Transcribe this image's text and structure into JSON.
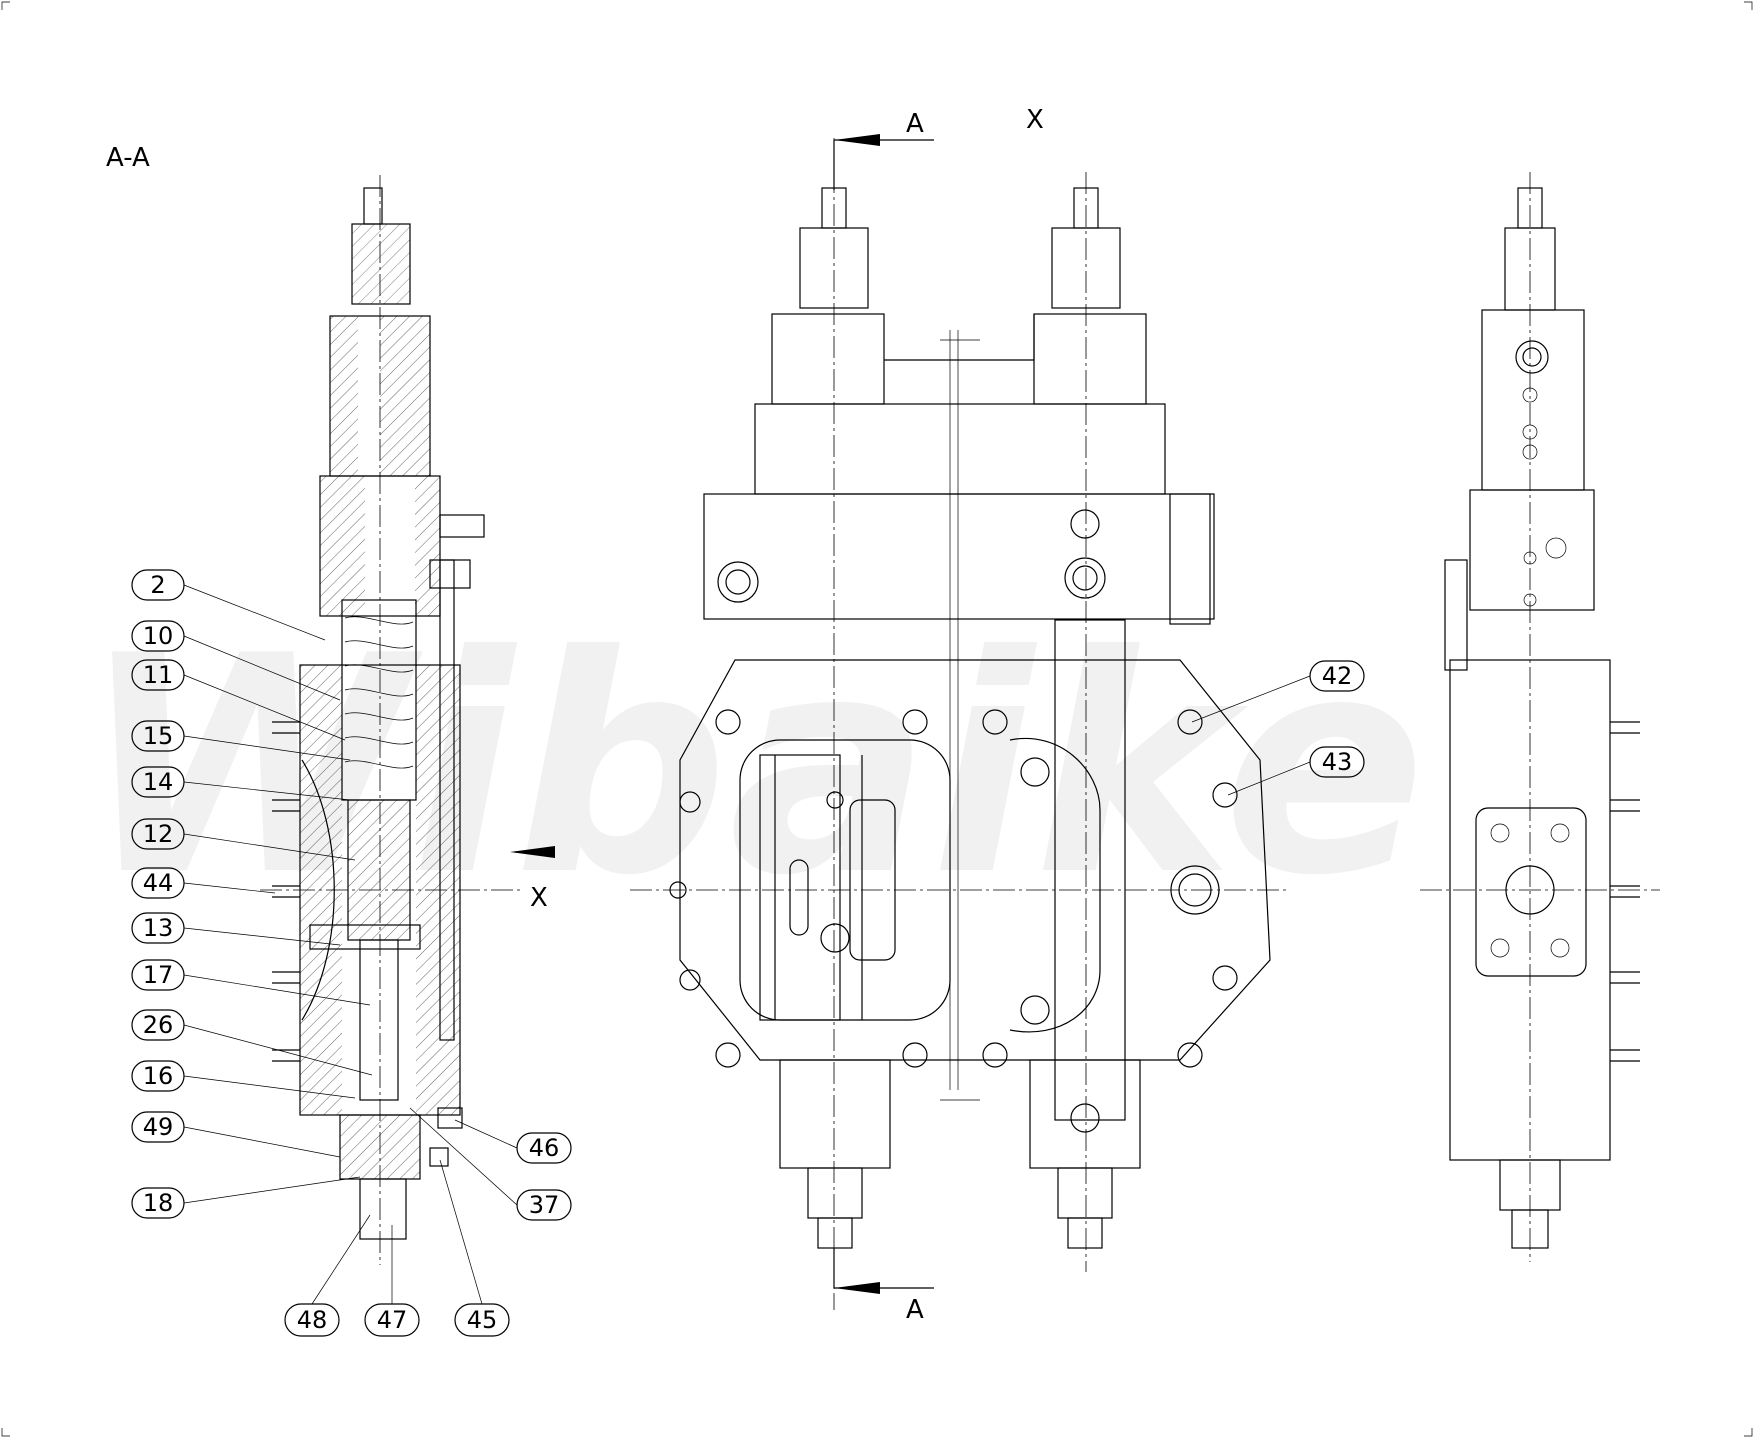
{
  "watermark": "Wibaike",
  "labels": {
    "section_title": "A-A",
    "view_x_top": "X",
    "section_a_top": "A",
    "section_a_bottom": "A",
    "view_x_arrow": "X"
  },
  "balloons_left": [
    {
      "id": "2",
      "text": "2"
    },
    {
      "id": "10",
      "text": "10"
    },
    {
      "id": "11",
      "text": "11"
    },
    {
      "id": "15",
      "text": "15"
    },
    {
      "id": "14",
      "text": "14"
    },
    {
      "id": "12",
      "text": "12"
    },
    {
      "id": "44",
      "text": "44"
    },
    {
      "id": "13",
      "text": "13"
    },
    {
      "id": "17",
      "text": "17"
    },
    {
      "id": "26",
      "text": "26"
    },
    {
      "id": "16",
      "text": "16"
    },
    {
      "id": "49",
      "text": "49"
    },
    {
      "id": "18",
      "text": "18"
    }
  ],
  "balloons_bottom": [
    {
      "id": "48",
      "text": "48"
    },
    {
      "id": "47",
      "text": "47"
    },
    {
      "id": "45",
      "text": "45"
    }
  ],
  "balloons_right_of_section": [
    {
      "id": "46",
      "text": "46"
    },
    {
      "id": "37",
      "text": "37"
    }
  ],
  "balloons_front": [
    {
      "id": "42",
      "text": "42"
    },
    {
      "id": "43",
      "text": "43"
    }
  ]
}
